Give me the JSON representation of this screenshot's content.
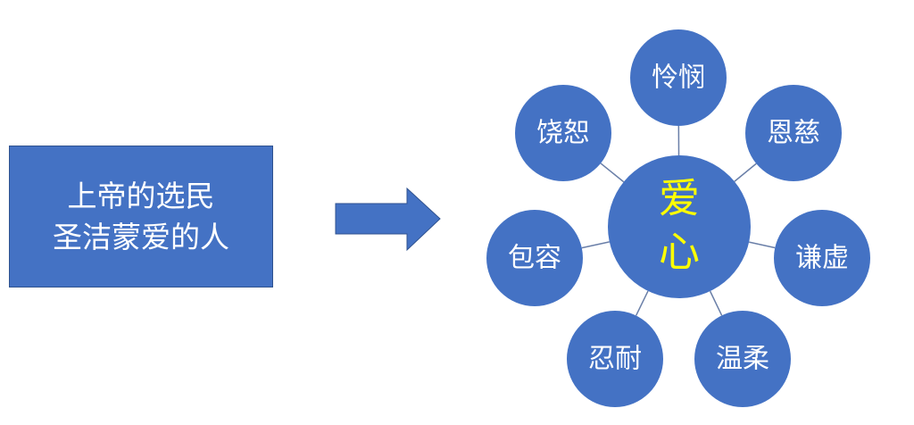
{
  "left_box": {
    "line1": "上帝的选民",
    "line2": "圣洁蒙爱的人"
  },
  "center": {
    "char1": "爱",
    "char2": "心"
  },
  "satellites": [
    {
      "label": "怜悯"
    },
    {
      "label": "恩慈"
    },
    {
      "label": "谦虚"
    },
    {
      "label": "温柔"
    },
    {
      "label": "忍耐"
    },
    {
      "label": "包容"
    },
    {
      "label": "饶恕"
    }
  ],
  "colors": {
    "fill": "#4472C4",
    "center_text": "#FFFF00",
    "text": "#FFFFFF",
    "connector": "#6A7FA8"
  }
}
